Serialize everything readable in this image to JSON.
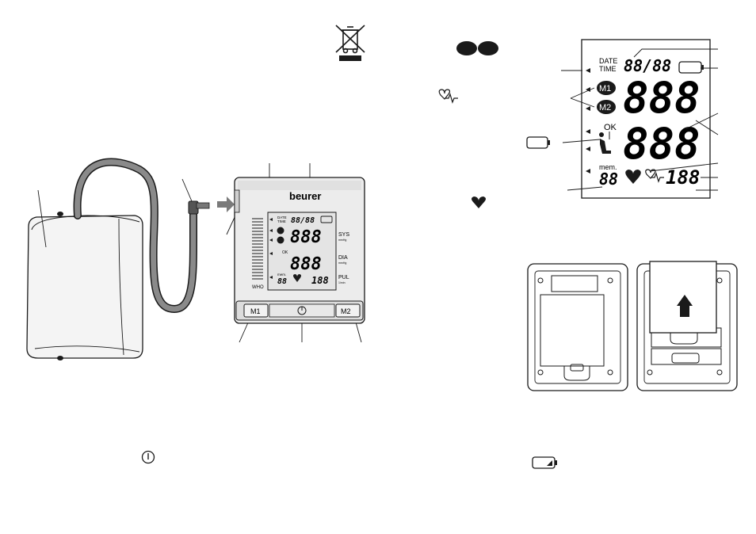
{
  "device": {
    "brand": "beurer",
    "buttons": {
      "m1": "M1",
      "m2": "M2"
    },
    "display": {
      "date_time_top": "DATE",
      "date_time_bottom": "TIME",
      "date_digits": "88/88",
      "sys_digits": "888",
      "dia_digits": "888",
      "pulse_digits": "188",
      "mem_label": "mem.",
      "mem_digits": "88",
      "ok_label": "OK",
      "m1": "M1",
      "m2": "M2"
    },
    "side_labels": {
      "sys": "SYS",
      "sys_unit": "mmHg",
      "dia": "DIA",
      "dia_unit": "mmHg",
      "pul": "PUL",
      "pul_unit": "1/min"
    },
    "who_label": "WHO"
  },
  "large_display": {
    "date_time_top": "DATE",
    "date_time_bottom": "TIME",
    "date_digits": "88/88",
    "sys_digits": "888",
    "dia_digits": "888",
    "pulse_digits": "188",
    "ok_label": "OK",
    "m1": "M1",
    "m2": "M2",
    "mem_label": "mem.",
    "mem_digits": "88"
  },
  "colors": {
    "ink": "#1a1a1a",
    "panel": "#ececec",
    "lcd": "#e4e4e4",
    "cuff": "#f4f4f4",
    "tube": "#8a8a8a"
  }
}
